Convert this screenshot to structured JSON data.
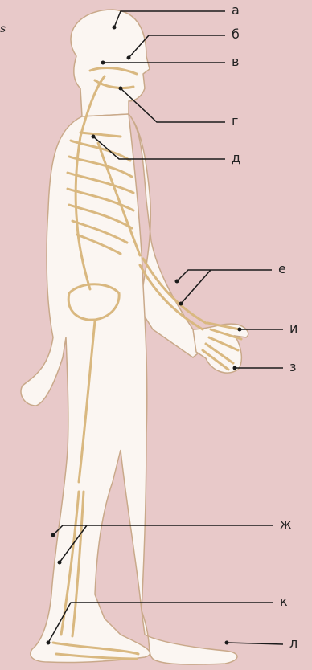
{
  "diagram": {
    "corner_text": "s",
    "labels": {
      "a": "а",
      "b": "б",
      "v": "в",
      "g": "г",
      "d": "д",
      "e": "е",
      "i": "и",
      "z": "з",
      "zh": "ж",
      "k": "к",
      "l": "л"
    },
    "colors": {
      "background": "#e8c9c9",
      "body_fill": "#fbf6f2",
      "body_outline": "#c9a98a",
      "bone": "#d9b880",
      "leader_line": "#1a1a1a"
    }
  }
}
